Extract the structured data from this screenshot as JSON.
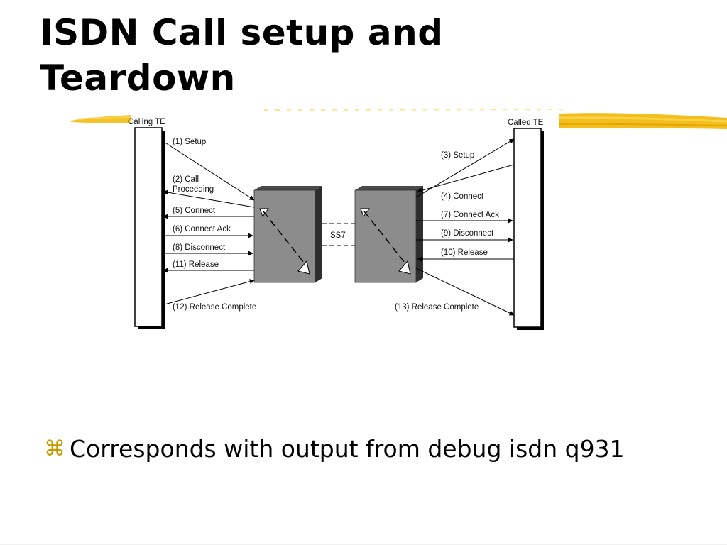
{
  "slide": {
    "title_line1": "ISDN Call setup and",
    "title_line2": "Teardown",
    "bullet_icon": "command-key-icon",
    "bullet_text": "Corresponds with output from debug isdn q931",
    "accent_color": "#f2b705",
    "bullet_color": "#c99a00"
  },
  "diagram": {
    "calling_label": "Calling TE",
    "called_label": "Called TE",
    "ss7_label": "SS7",
    "left_messages": [
      {
        "line1": "(1) Setup",
        "line2": ""
      },
      {
        "line1": "(2) Call",
        "line2": "Proceeding"
      },
      {
        "line1": "(5) Connect",
        "line2": ""
      },
      {
        "line1": "(6) Connect Ack",
        "line2": ""
      },
      {
        "line1": "(8) Disconnect",
        "line2": ""
      },
      {
        "line1": "(11) Release",
        "line2": ""
      },
      {
        "line1": "(12) Release Complete",
        "line2": ""
      }
    ],
    "right_messages": [
      {
        "line1": "(3) Setup"
      },
      {
        "line1": "(4) Connect"
      },
      {
        "line1": "(7) Connect Ack"
      },
      {
        "line1": "(9) Disconnect"
      },
      {
        "line1": "(10) Release"
      },
      {
        "line1": "(13) Release Complete"
      }
    ]
  }
}
